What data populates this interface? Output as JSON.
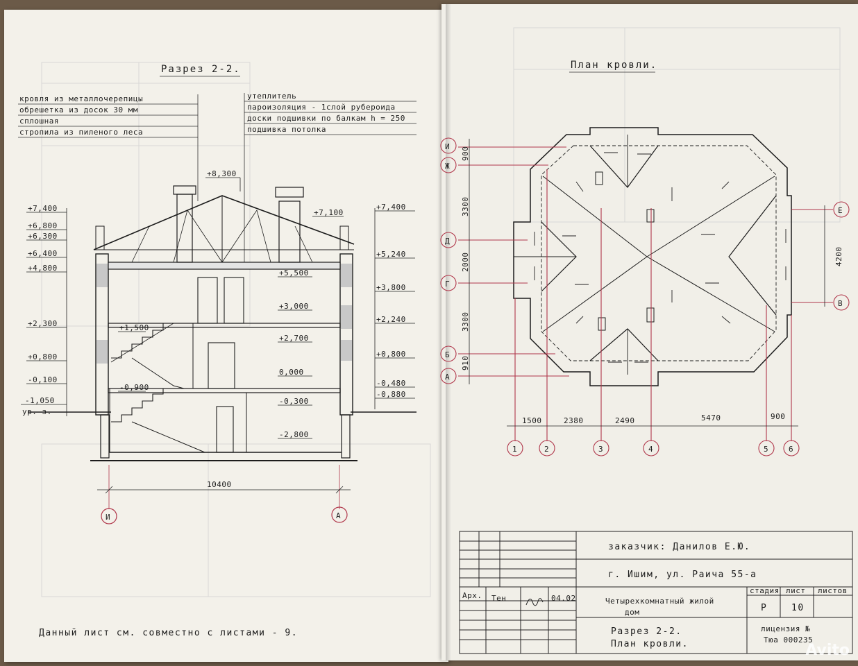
{
  "section": {
    "title": "Разрез 2-2.",
    "notes_left": [
      "кровля из металлочерепицы",
      "обрешетка из досок 30 мм",
      "сплошная",
      "стропила из пиленого леса"
    ],
    "notes_right": [
      "утеплитель",
      "пароизоляция - 1слой рубероида",
      "доски подшивки по балкам h = 250",
      "подшивка потолка"
    ],
    "marks_left": [
      "+7,400",
      "+6,800",
      "+6,300",
      "+6,400",
      "+4,800",
      "+2,300",
      "+0,800",
      "-0,100",
      "-1,050"
    ],
    "ground_label": "ур. з.",
    "marks_right": [
      "+7,400",
      "+5,240",
      "+3,800",
      "+2,240",
      "+0,800",
      "-0,480",
      "-0,880"
    ],
    "marks_inner": [
      "+8,300",
      "+7,100",
      "+5,500",
      "+3,000",
      "+2,700",
      "+1,500",
      "0,000",
      "-0,300",
      "-0,900",
      "-2,800"
    ],
    "width_dim": "10400",
    "axis_left": "И",
    "axis_right": "А"
  },
  "roof": {
    "title": "План кровли.",
    "axes_left": [
      "И",
      "Ж",
      "Д",
      "Г",
      "Б",
      "А"
    ],
    "dims_left": [
      "900",
      "3300",
      "2000",
      "3300",
      "910"
    ],
    "axes_right": [
      "Е",
      "В"
    ],
    "dim_right": "4200",
    "axes_bottom": [
      "1",
      "2",
      "3",
      "4",
      "5",
      "6"
    ],
    "dims_bottom": [
      "1500",
      "2380",
      "2490",
      "5470",
      "900"
    ]
  },
  "stamp": {
    "customer": "заказчик: Данилов Е.Ю.",
    "address": "г. Ишим, ул. Раича 55-а",
    "role": "Арх.",
    "person": "Тен",
    "date": "04.02",
    "project": [
      "Четырехкомнатный жилой",
      "дом"
    ],
    "sheet_title": [
      "Разрез 2-2.",
      "План кровли."
    ],
    "stage_head": "стадия",
    "sheet_head": "лист",
    "sheets_head": "листов",
    "stage": "Р",
    "sheet": "10",
    "license": [
      "лицензия №",
      "Тюа 000235"
    ]
  },
  "footnote": "Данный лист см. совместно с листами - 9.",
  "watermark": "Avito",
  "colors": {
    "paper": "#f3f1ea",
    "ink": "#1c1c1c",
    "axis_red": "#b0364a",
    "table": "#c8c8c8"
  }
}
